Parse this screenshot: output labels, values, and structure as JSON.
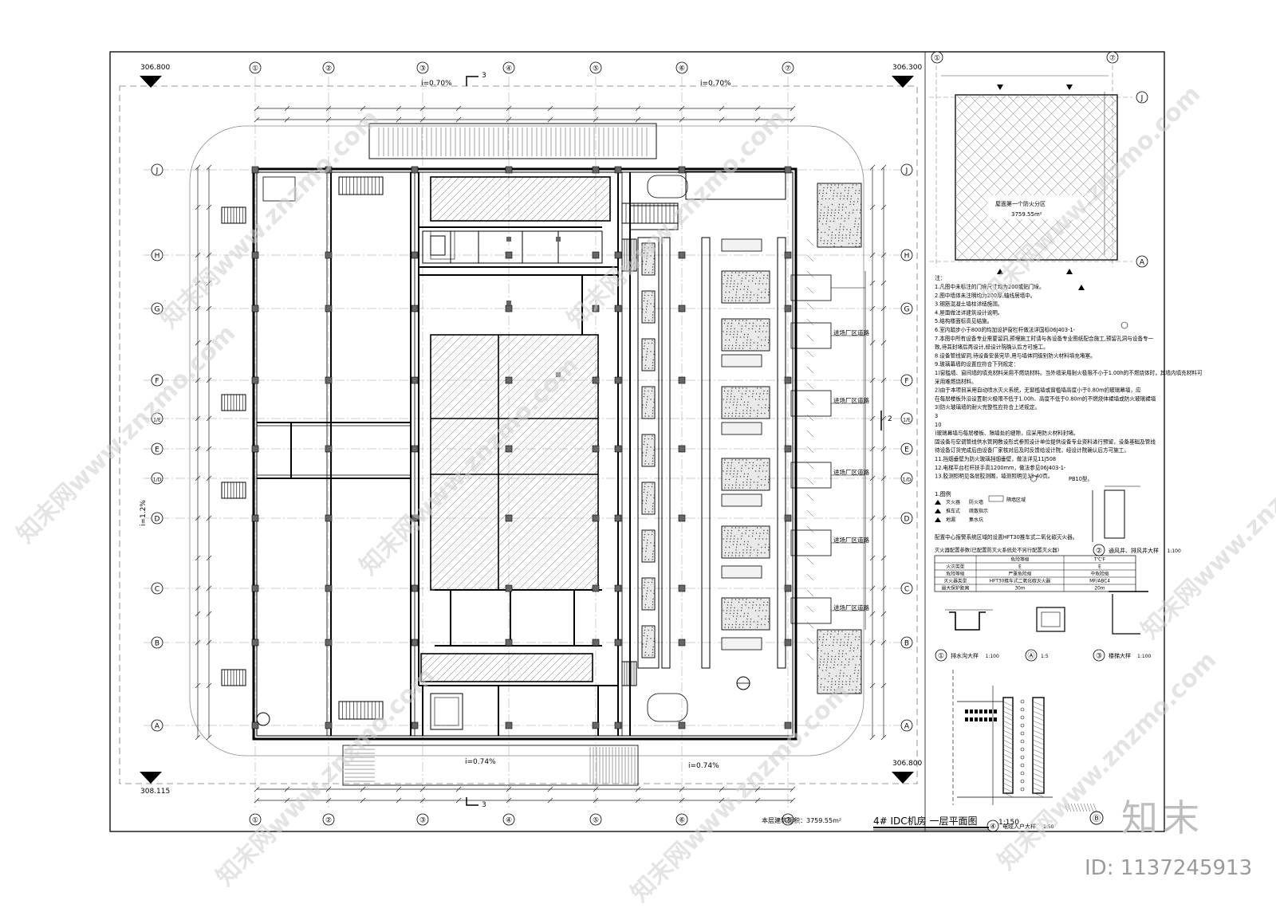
{
  "drawing": {
    "title": "4# IDC机房 一层平面图",
    "scale": "1:150",
    "area_label": "本层建筑面积：3759.55m²",
    "roof_area": "3759.55m²",
    "roof_label": "屋面第一个防火分区"
  },
  "axes": {
    "columns": [
      "①",
      "②",
      "③",
      "④",
      "⑤",
      "⑥",
      "⑦"
    ],
    "rows": [
      "J",
      "H",
      "G",
      "F",
      "1/E",
      "E",
      "1/D",
      "D",
      "C",
      "B",
      "A"
    ],
    "inset_columns": [
      "①",
      "⑦"
    ],
    "inset_rows": [
      "J",
      "A"
    ]
  },
  "elevations": {
    "top_left": "306.800",
    "top_right": "306.300",
    "bottom_left": "308.115",
    "bottom_right": "306.800"
  },
  "slopes": {
    "top_left": "i=0.70%",
    "top_right": "i=0.70%",
    "bottom_left": "i=0.74%",
    "bottom_right": "i=0.74%",
    "left": "i=1.2%"
  },
  "section_marks": {
    "top": "3",
    "bottom": "3",
    "right": "2"
  },
  "road_label": "进场厂区道路",
  "notes": {
    "heading": "注：",
    "lines": [
      "1.凡图中未标注的门垛尺寸均为200或贴门垛。",
      "2.图中墙体未注明均为200厚,轴线居墙中。",
      "3.钢筋混凝土墙柱详结施图。",
      "4.屋面做法详建筑设计说明。",
      "5.结构楼面标高见结施。",
      "6.室内踏步小于800的均加设护窗栏杆做法详国标06J403-1-",
      "7.本图中所有设备专业需要留洞,预埋施工时请与各设备专业图纸配合施工,预留孔洞与设备专一",
      "致,待其封堵后再设计,经设计院确认后方可施工。",
      "8.设备管线留洞,待设备安装完毕,用与墙体同级别防火材料填充堵塞。",
      "9.玻璃幕墙的设置应符合下列规定：",
      "1)窗槛墙、窗间墙的填充材料采用不燃烧材料。当外墙采用耐火极限不小于1.00h的不燃烧体时，其墙内填充材料可",
      "采用难燃烧材料。",
      "2)由于本项目采用自动喷水灭火系统，无窗槛墙或窗槛墙高度小于0.80m的玻璃幕墙，应",
      "在每层楼板外沿设置耐火极限不低于1.00h、高度不低于0.80m的不燃烧体裙墙或防火玻璃裙墙",
      "3)防火玻璃墙的耐火完整性应符合上述规定。",
      "3",
      "10",
      ")玻璃幕墙与每层楼板、隔墙处的缝隙，应采用防火材料封堵。",
      "固设备与空调管线供水管网敷设形式参照设计单位提供设备专业资料进行预留，设备基础及管线",
      "待设备订货完成后由设备厂家核对后及时反馈给设计院，经设计院确认后方可施工。",
      "11.挡烟垂壁为防火玻璃挡烟垂壁，做法详见11J508",
      "12.电梯平台栏杆扶手高1200mm，做法参见06J403-1-",
      "13.胶测照明见各层胶测图，墙测照明见33-40页。"
    ],
    "ref_pb": "PB10型。"
  },
  "legend": {
    "heading": "1.图例",
    "items": [
      {
        "sym": "灭火器",
        "text": "防火墙"
      },
      {
        "sym": "推车式",
        "text": "疏散指示"
      },
      {
        "sym": "地漏",
        "text": "集水坑"
      }
    ],
    "hatch_label": "隔墙区域"
  },
  "fire_note": "配置中心报警系统区域的设置HFT30推车式二氧化碳灭火器。",
  "fire_table": {
    "caption": "灭火器配置参数(已配置防灭火系统处不另行配置灭火器)",
    "headers": [
      "",
      "危险等级",
      "T'C'F"
    ],
    "rows": [
      [
        "火灾类型",
        "E",
        "E"
      ],
      [
        "危险等级",
        "严重危险级",
        "中危险级"
      ],
      [
        "灭火器类型",
        "HFT30推车式二氧化碳灭火器",
        "MF/ABC4"
      ],
      [
        "最大保护距离",
        "30m",
        "20m"
      ]
    ]
  },
  "details": {
    "d2": {
      "title": "通风井、排风井大样",
      "scale": "1:100",
      "num": "②"
    },
    "d1": {
      "title": "排水沟大样",
      "scale": "1:100",
      "num": "①"
    },
    "dA": {
      "title": "",
      "scale": "1:5",
      "num": "Ⓐ"
    },
    "d3": {
      "title": "楼梯大样",
      "scale": "1:100",
      "num": "③"
    },
    "d4": {
      "title": "电缆入户大样",
      "scale": "1:50",
      "num": "④"
    },
    "dB": {
      "num": "Ⓑ"
    }
  },
  "brand": {
    "text": "知末",
    "id": "ID: 1137245913"
  },
  "watermark": "知末网www.znzmo.com"
}
